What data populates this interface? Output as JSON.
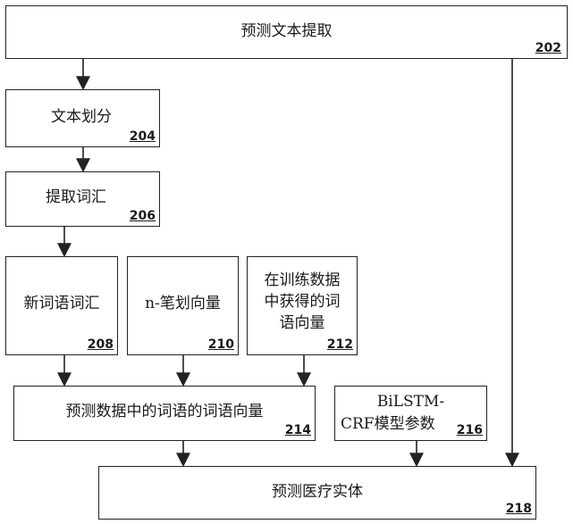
{
  "nodes": {
    "n202": {
      "label": "预测文本提取",
      "ref": "202"
    },
    "n204": {
      "label": "文本划分",
      "ref": "204"
    },
    "n206": {
      "label": "提取词汇",
      "ref": "206"
    },
    "n208": {
      "label": "新词语词汇",
      "ref": "208"
    },
    "n210": {
      "label": "n-笔划向量",
      "ref": "210"
    },
    "n212": {
      "label_lines": [
        "在训练数据",
        "中获得的词",
        "语向量"
      ],
      "ref": "212"
    },
    "n214": {
      "label": "预测数据中的词语的词语向量",
      "ref": "214"
    },
    "n216": {
      "label_lines": [
        "BiLSTM-",
        "CRF模型参数"
      ],
      "ref": "216"
    },
    "n218": {
      "label": "预测医疗实体",
      "ref": "218"
    }
  }
}
